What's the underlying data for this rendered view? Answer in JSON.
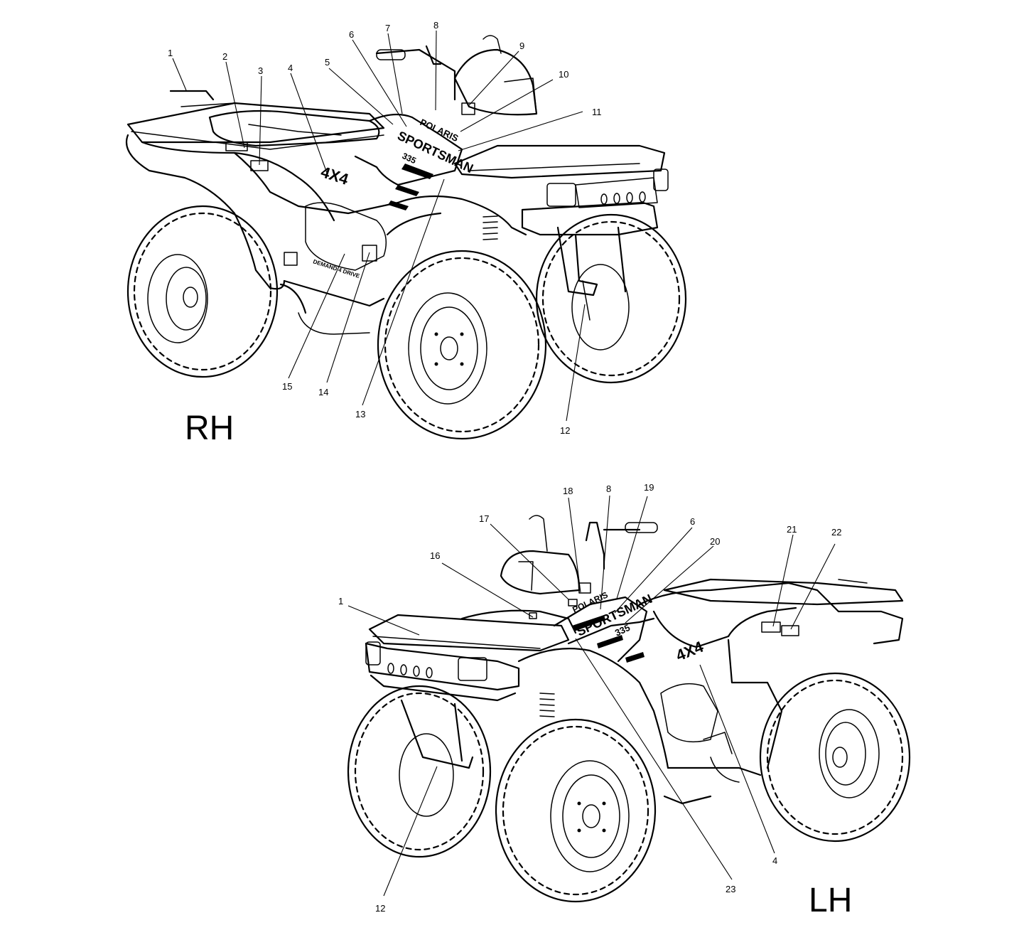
{
  "views": {
    "rh": {
      "side_label": "RH",
      "callouts": [
        "1",
        "2",
        "3",
        "4",
        "5",
        "6",
        "7",
        "8",
        "9",
        "10",
        "11",
        "12",
        "13",
        "14",
        "15"
      ]
    },
    "lh": {
      "side_label": "LH",
      "callouts": [
        "1",
        "16",
        "17",
        "18",
        "8",
        "19",
        "6",
        "20",
        "21",
        "22",
        "4",
        "23",
        "12"
      ]
    }
  },
  "decals": {
    "brand": "POLARIS",
    "model": "SPORTSMAN",
    "displacement": "335",
    "drive": "4X4",
    "demand_drive": "DEMAND 4 DRIVE"
  },
  "icons": {
    "rh_vehicle": "atv-right-side-drawing",
    "lh_vehicle": "atv-left-side-drawing"
  }
}
